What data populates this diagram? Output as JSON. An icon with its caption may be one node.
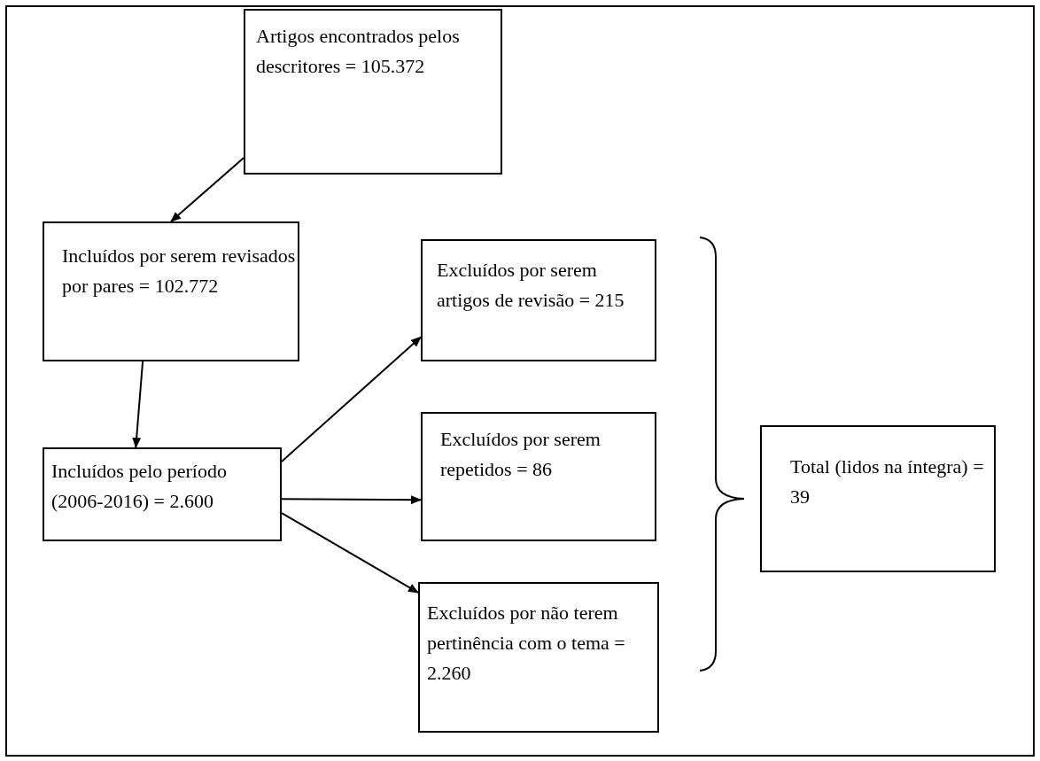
{
  "diagram": {
    "nodes": [
      {
        "text": [
          "Artigos encontrados pelos descritores = 105.372"
        ]
      },
      {
        "text": [
          "Incluídos por serem revisados por pares = 102.772"
        ]
      },
      {
        "text": [
          "Incluídos pelo período (2006-2016) = 2.600"
        ]
      },
      {
        "text": [
          "Excluídos por serem artigos de revisão = 215"
        ]
      },
      {
        "text": [
          "Excluídos por serem repetidos = 86"
        ]
      },
      {
        "text": [
          "Excluídos por não terem pertinência com o tema = 2.260"
        ]
      },
      {
        "text": [
          "Total (lidos na íntegra) = 39"
        ]
      }
    ],
    "edges": [
      {
        "from": 0,
        "to": 1,
        "arrow": "to"
      },
      {
        "from": 1,
        "to": 2,
        "arrow": "to"
      },
      {
        "from": 2,
        "to": 3,
        "arrow": "to"
      },
      {
        "from": 2,
        "to": 4,
        "arrow": "to"
      },
      {
        "from": 2,
        "to": 5,
        "arrow": "to"
      }
    ]
  }
}
